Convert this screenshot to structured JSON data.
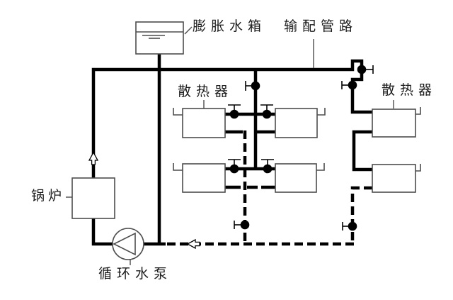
{
  "diagram": {
    "labels": {
      "expansion_tank": "膨胀水箱",
      "distribution_piping": "输配管路",
      "radiator_middle": "散热器",
      "radiator_right": "散热器",
      "boiler": "锅炉",
      "circulation_pump": "循环水泵"
    },
    "colors": {
      "background": "#ffffff",
      "pipe": "#000000",
      "equipment_outline": "#4d4d4d",
      "text": "#1c1c1c"
    },
    "line_styles": {
      "supply_pipe": "thick solid",
      "return_pipe": "thick dashed"
    },
    "components": {
      "expansion_tanks": 1,
      "boilers": 1,
      "circulation_pumps": 1,
      "radiators": 6,
      "valves": 9,
      "flow_direction_arrows": 2
    }
  }
}
